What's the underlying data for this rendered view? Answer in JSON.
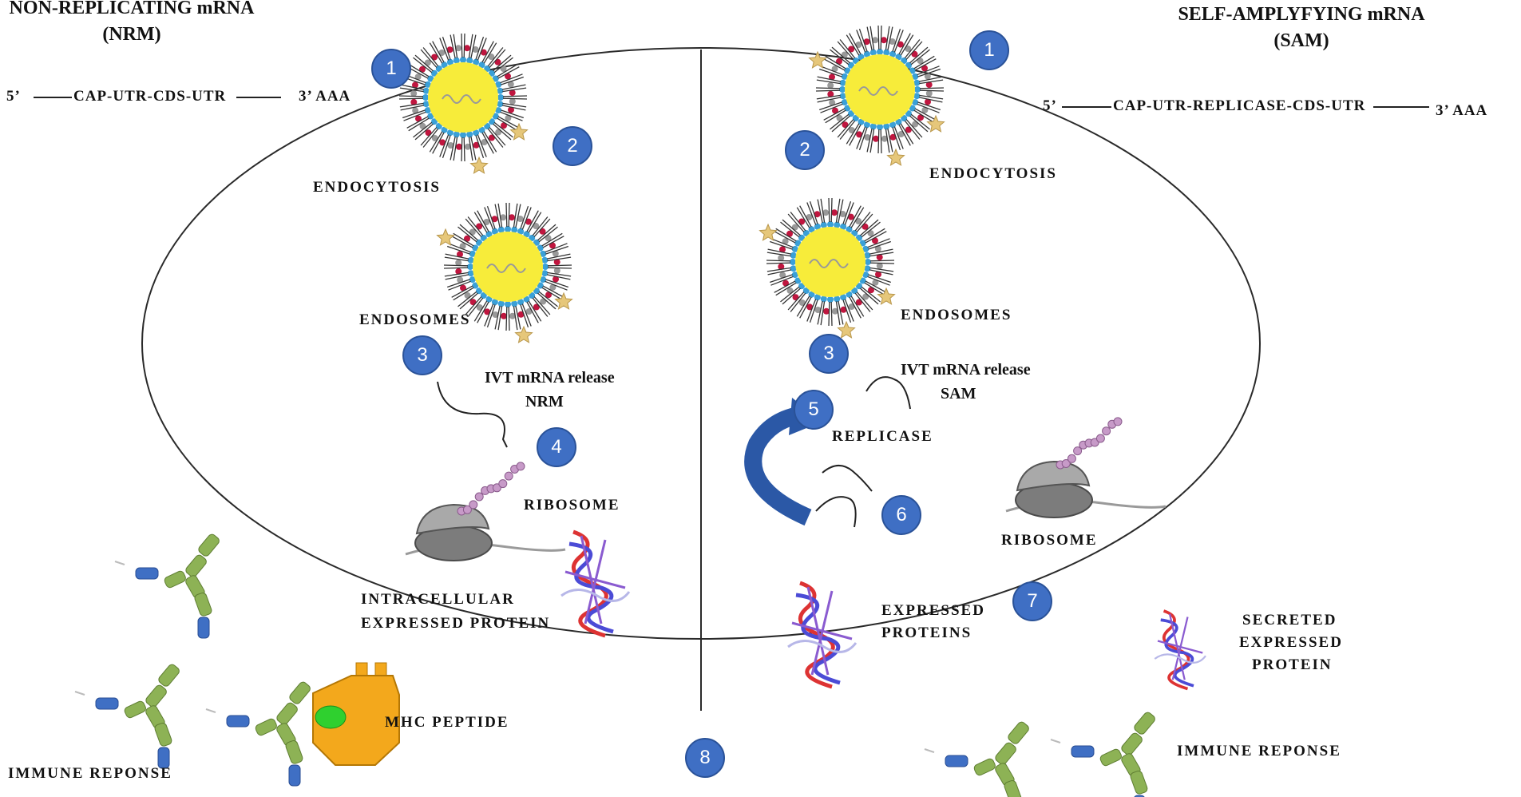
{
  "left": {
    "title_line1": "NON-REPLICATING mRNA",
    "title_line2": "(NRM)",
    "seq_5": "5’",
    "seq_mid": "CAP-UTR-CDS-UTR",
    "seq_3": "3’ AAA",
    "endocytosis": "ENDOCYTOSIS",
    "endosomes": "ENDOSOMES",
    "ivt_line1": "IVT mRNA release",
    "ivt_line2": "NRM",
    "ribosome": "RIBOSOME",
    "intracellular_line1": "INTRACELLULAR",
    "intracellular_line2": "EXPRESSED PROTEIN",
    "mhc": "MHC PEPTIDE",
    "immune": "IMMUNE REPONSE"
  },
  "right": {
    "title_line1": "SELF-AMPLYFYING mRNA",
    "title_line2": "(SAM)",
    "seq_5": "5’",
    "seq_mid": "CAP-UTR-REPLICASE-CDS-UTR",
    "seq_3": "3’ AAA",
    "endocytosis": "ENDOCYTOSIS",
    "endosomes": "ENDOSOMES",
    "ivt_line1": "IVT mRNA release",
    "ivt_line2": "SAM",
    "replicase": "REPLICASE",
    "ribosome": "RIBOSOME",
    "expressed_line1": "EXPRESSED",
    "expressed_line2": "PROTEINS",
    "secreted_line1": "SECRETED",
    "secreted_line2": "EXPRESSED",
    "secreted_line3": "PROTEIN",
    "immune": "IMMUNE REPONSE"
  },
  "steps": {
    "s1_left": "1",
    "s2_left": "2",
    "s3_left": "3",
    "s4_left": "4",
    "s1_right": "1",
    "s2_right": "2",
    "s3_right": "3",
    "s5": "5",
    "s6": "6",
    "s7": "7",
    "s8": "8"
  },
  "colors": {
    "step_badge": "#3f6fc4",
    "lnp_core": "#f7ec3a",
    "lipid_head_red": "#c0163f",
    "lipid_head_blue": "#3aa0d8",
    "ribosome": "#8c8c8c",
    "peptide_chain": "#c79ac8",
    "antibody_heavy": "#8db255",
    "antibody_light": "#3f6fc4",
    "mhc": "#f3a81c",
    "peptide_green": "#2fd02f",
    "arrow": "#2b58a6"
  },
  "icons": [
    "lipid-nanoparticle-icon",
    "ribosome-icon",
    "protein-ribbon-icon",
    "antibody-icon",
    "mhc-molecule-icon",
    "circular-arrow-icon"
  ]
}
